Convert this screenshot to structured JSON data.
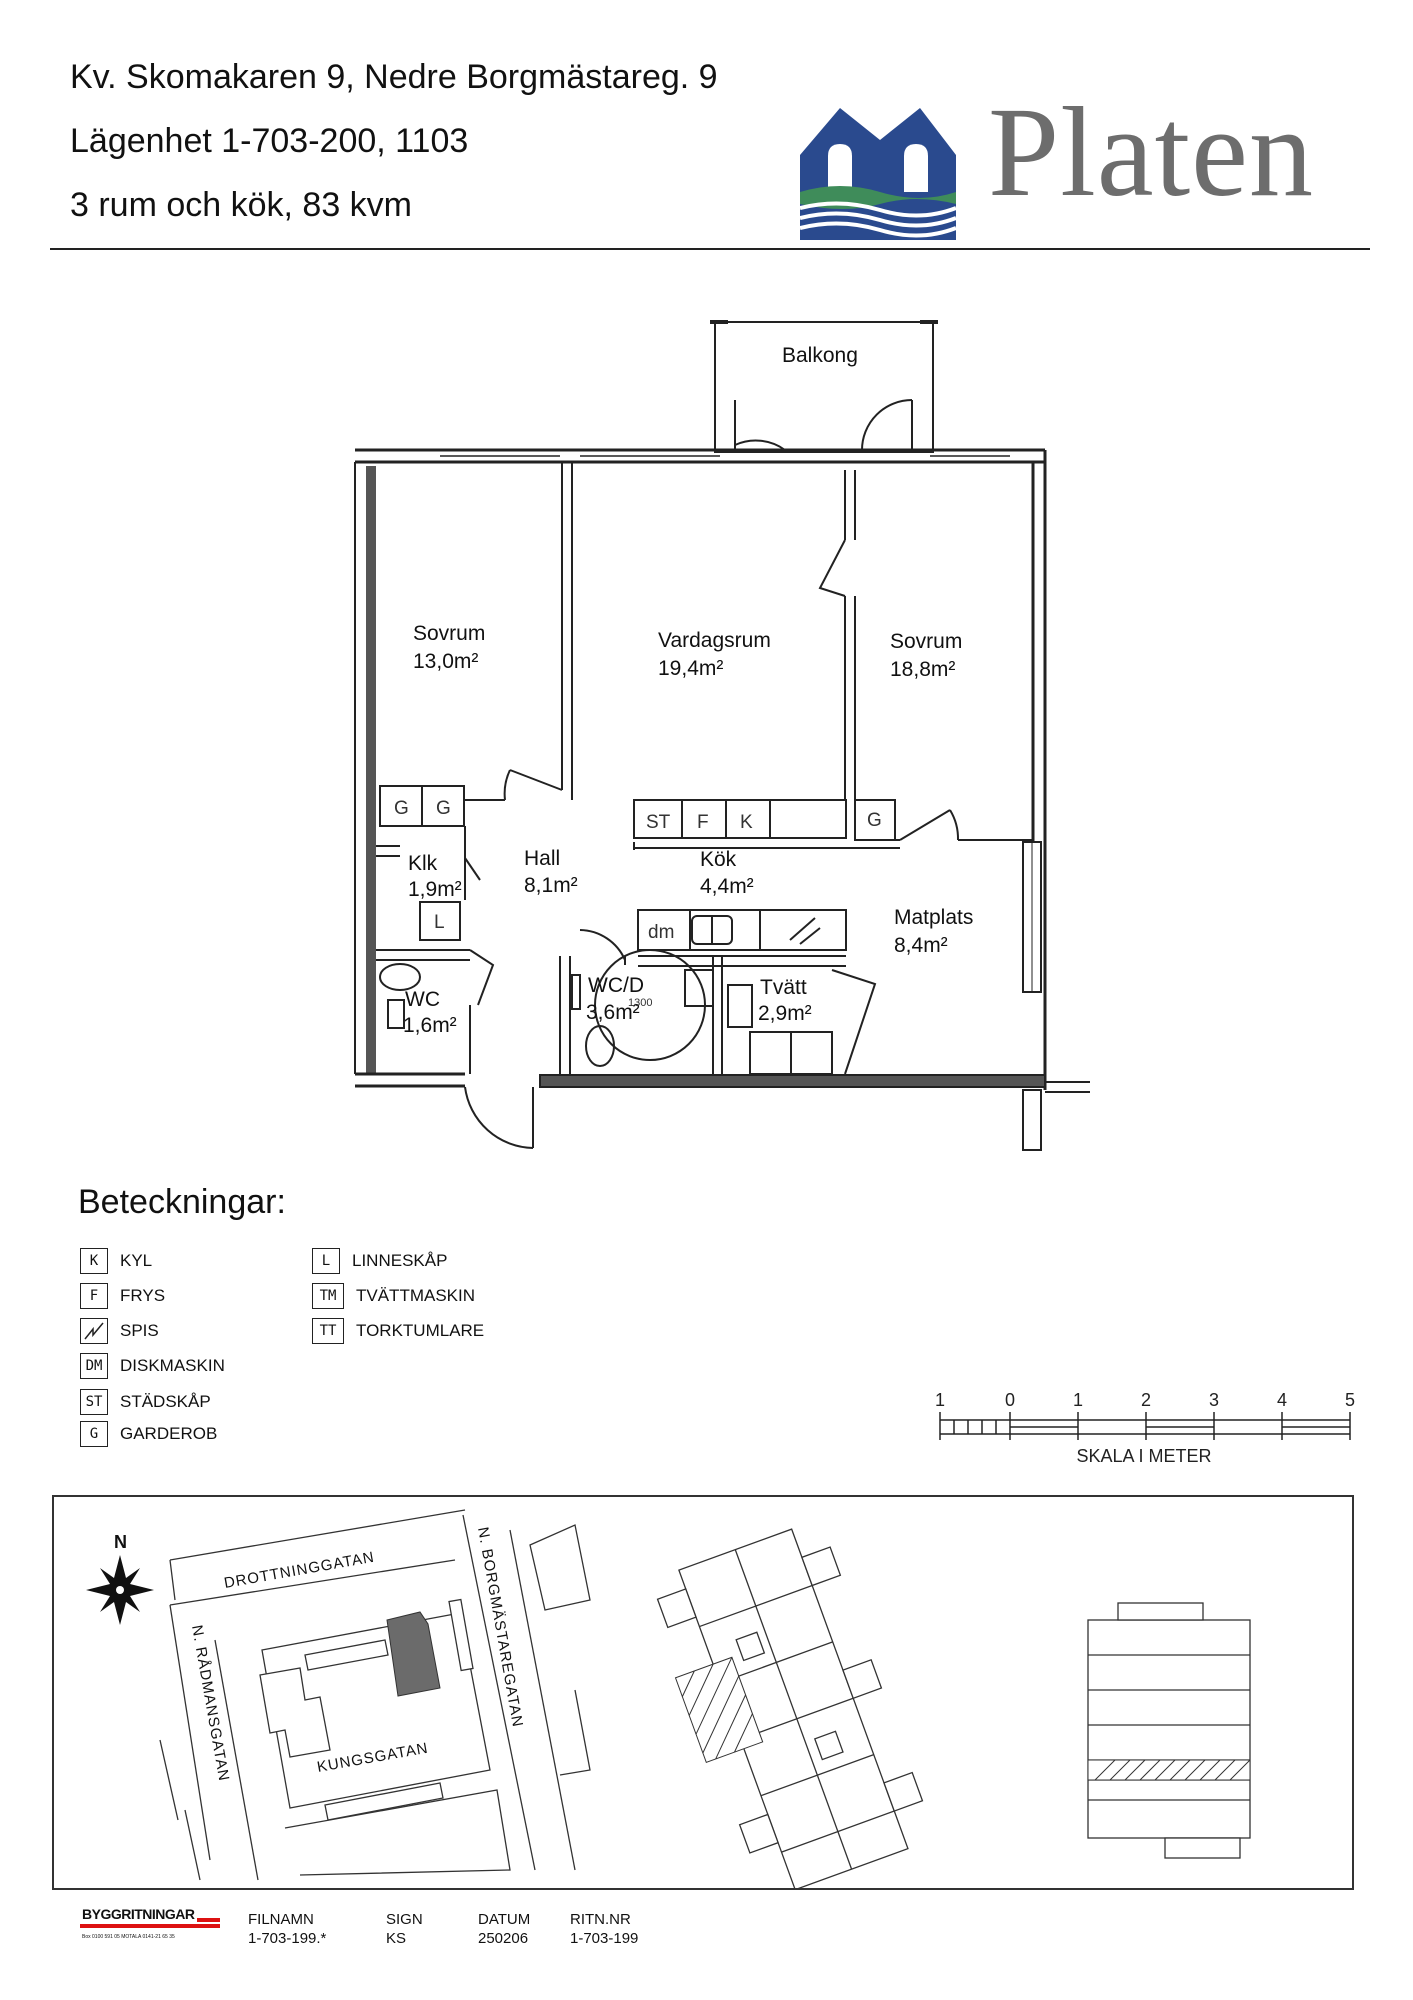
{
  "header": {
    "line1": "Kv. Skomakaren 9, Nedre Borgmästareg. 9",
    "line2": "Lägenhet 1-703-200, 1103",
    "line3": "3 rum och kök, 83 kvm"
  },
  "logo": {
    "word": "Platen",
    "colors": {
      "blue": "#2a4a8e",
      "green": "#3f8c5a",
      "grey": "#6d6d6d"
    }
  },
  "rooms": {
    "balkong": "Balkong",
    "sovrum1": {
      "name": "Sovrum",
      "area": "13,0m²"
    },
    "vardagsrum": {
      "name": "Vardagsrum",
      "area": "19,4m²"
    },
    "sovrum2": {
      "name": "Sovrum",
      "area": "18,8m²"
    },
    "klk": {
      "name": "Klk",
      "area": "1,9m²"
    },
    "hall": {
      "name": "Hall",
      "area": "8,1m²"
    },
    "kok": {
      "name": "Kök",
      "area": "4,4m²"
    },
    "matplats": {
      "name": "Matplats",
      "area": "8,4m²"
    },
    "wc": {
      "name": "WC",
      "area": "1,6m²"
    },
    "wcd": {
      "name": "WC/D",
      "area": "3,6m²",
      "dim": "1300"
    },
    "tvatt": {
      "name": "Tvätt",
      "area": "2,9m²"
    }
  },
  "fixtures": {
    "g": "G",
    "st": "ST",
    "f": "F",
    "k": "K",
    "l": "L",
    "dm": "dm"
  },
  "legend": {
    "title": "Beteckningar:",
    "left": [
      {
        "code": "K",
        "label": "KYL"
      },
      {
        "code": "F",
        "label": "FRYS"
      },
      {
        "code": "",
        "label": "SPIS",
        "icon": "stove-icon"
      },
      {
        "code": "DM",
        "label": "DISKMASKIN"
      },
      {
        "code": "ST",
        "label": "STÄDSKÅP"
      },
      {
        "code": "G",
        "label": "GARDEROB"
      }
    ],
    "right": [
      {
        "code": "L",
        "label": "LINNESKÅP"
      },
      {
        "code": "TM",
        "label": "TVÄTTMASKIN"
      },
      {
        "code": "TT",
        "label": "TORKTUMLARE"
      }
    ]
  },
  "scale": {
    "ticks": [
      "1",
      "0",
      "1",
      "2",
      "3",
      "4",
      "5"
    ],
    "label": "SKALA I METER"
  },
  "map": {
    "north": "N",
    "streets": {
      "drottninggatan": "DROTTNINGGATAN",
      "borgmastaregatan": "N. BORGMÄSTAREGATAN",
      "radmansgatan": "N. RÅDMANSGATAN",
      "kungsgatan": "KUNGSGATAN"
    }
  },
  "footer": {
    "company": "BYGGRITNINGAR",
    "company_small": "Box 0100    591 05 MOTALA    0141-21 65 35",
    "fields": [
      {
        "label": "FILNAMN",
        "value": "1-703-199.*"
      },
      {
        "label": "SIGN",
        "value": "KS"
      },
      {
        "label": "DATUM",
        "value": "250206"
      },
      {
        "label": "RITN.NR",
        "value": "1-703-199"
      }
    ]
  }
}
